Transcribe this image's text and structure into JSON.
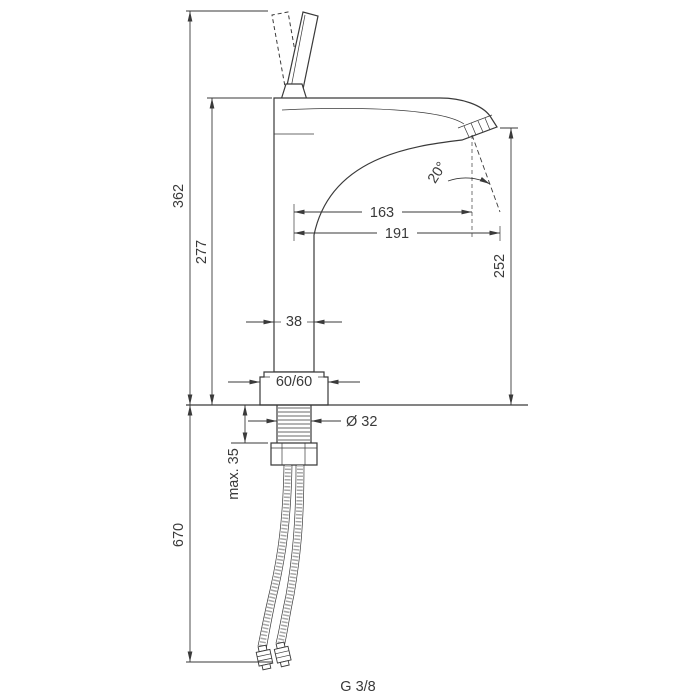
{
  "style": {
    "background": "#ffffff",
    "line_color": "#3a3a3a"
  },
  "dimensions": {
    "height_total": "362",
    "height_spout": "277",
    "hose_length": "670",
    "height_outlet": "252",
    "reach_aerator": "163",
    "reach_overall": "191",
    "body_width": "38",
    "base_size": "60/60",
    "shank_diameter": "Ø 32",
    "max_mounting_thickness": "max. 35",
    "spray_angle": "20°",
    "thread_size": "G 3/8"
  }
}
